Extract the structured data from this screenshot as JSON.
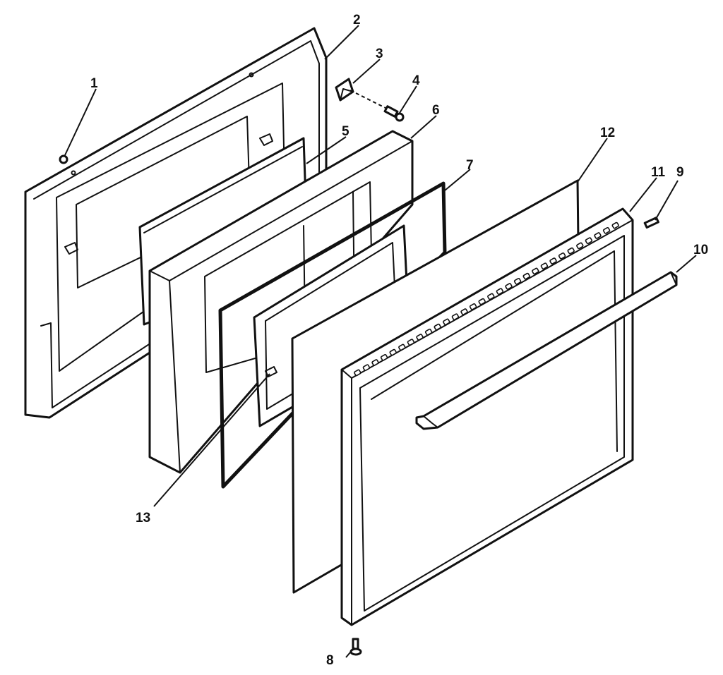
{
  "diagram": {
    "type": "exploded-parts-diagram",
    "callouts": [
      "1",
      "2",
      "3",
      "4",
      "5",
      "6",
      "7",
      "8",
      "9",
      "10",
      "11",
      "12",
      "13"
    ]
  }
}
